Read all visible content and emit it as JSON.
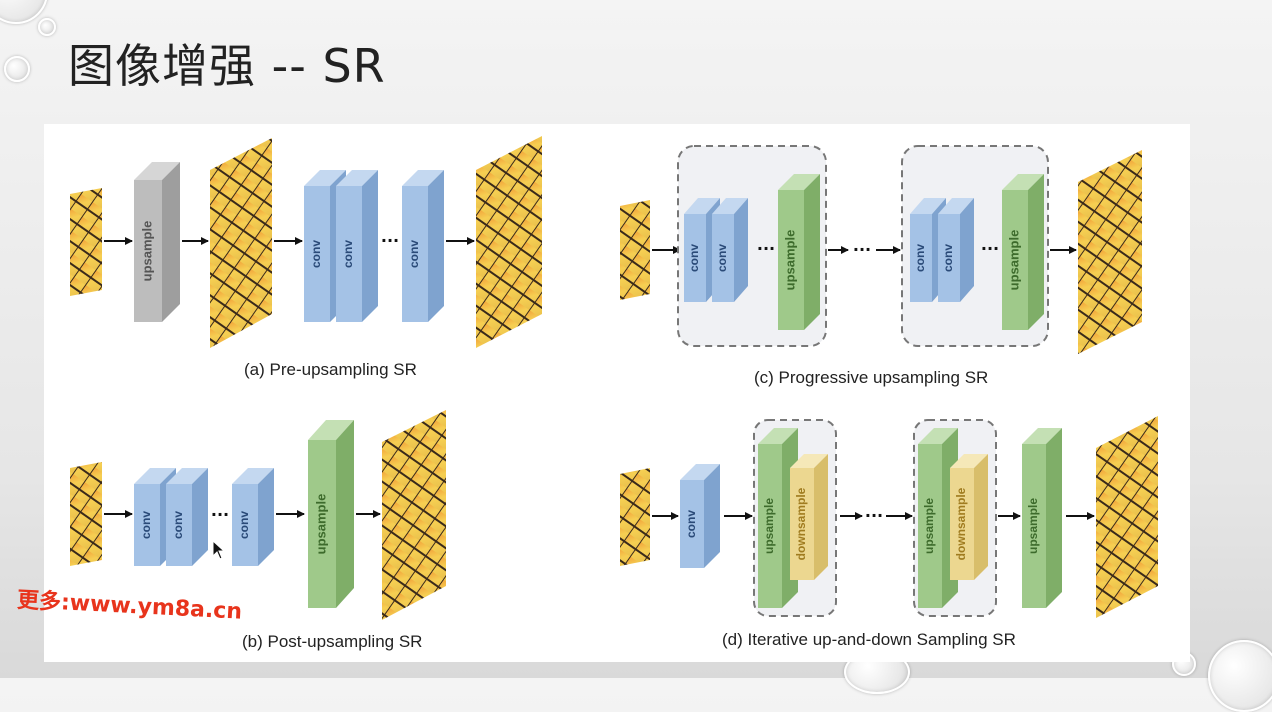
{
  "slide": {
    "title": "图像增强 -- SR",
    "watermark": "更多:www.ym8a.cn"
  },
  "figure": {
    "captions": {
      "a": "(a) Pre-upsampling SR",
      "b": "(b) Post-upsampling SR",
      "c": "(c) Progressive upsampling SR",
      "d": "(d) Iterative up-and-down Sampling SR"
    },
    "layer_labels": {
      "conv": "conv",
      "upsample": "upsample",
      "downsample": "downsample"
    },
    "ellipsis": "···",
    "colors": {
      "conv": "#a4c2e6",
      "upsample_gray": "#bdbdbd",
      "upsample_green": "#9fc98a",
      "downsample": "#ecd790",
      "group_box": "#f0f1f4",
      "arrow": "#111111"
    }
  }
}
